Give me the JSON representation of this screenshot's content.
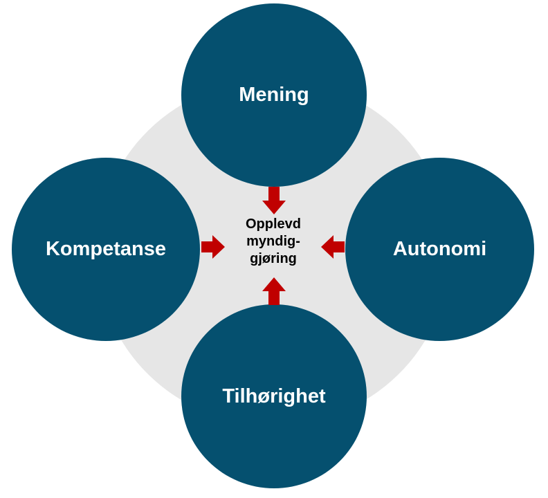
{
  "nodes": {
    "top": "Mening",
    "left": "Kompetanse",
    "right": "Autonomi",
    "bottom": "Tilhørighet"
  },
  "center": {
    "line1": "Opplevd",
    "line2": "myndig-",
    "line3": "gjøring"
  },
  "colors": {
    "node_fill": "#05506f",
    "background_circle": "#e6e6e6",
    "arrow": "#c00000",
    "node_text": "#ffffff",
    "center_text": "#000000"
  }
}
